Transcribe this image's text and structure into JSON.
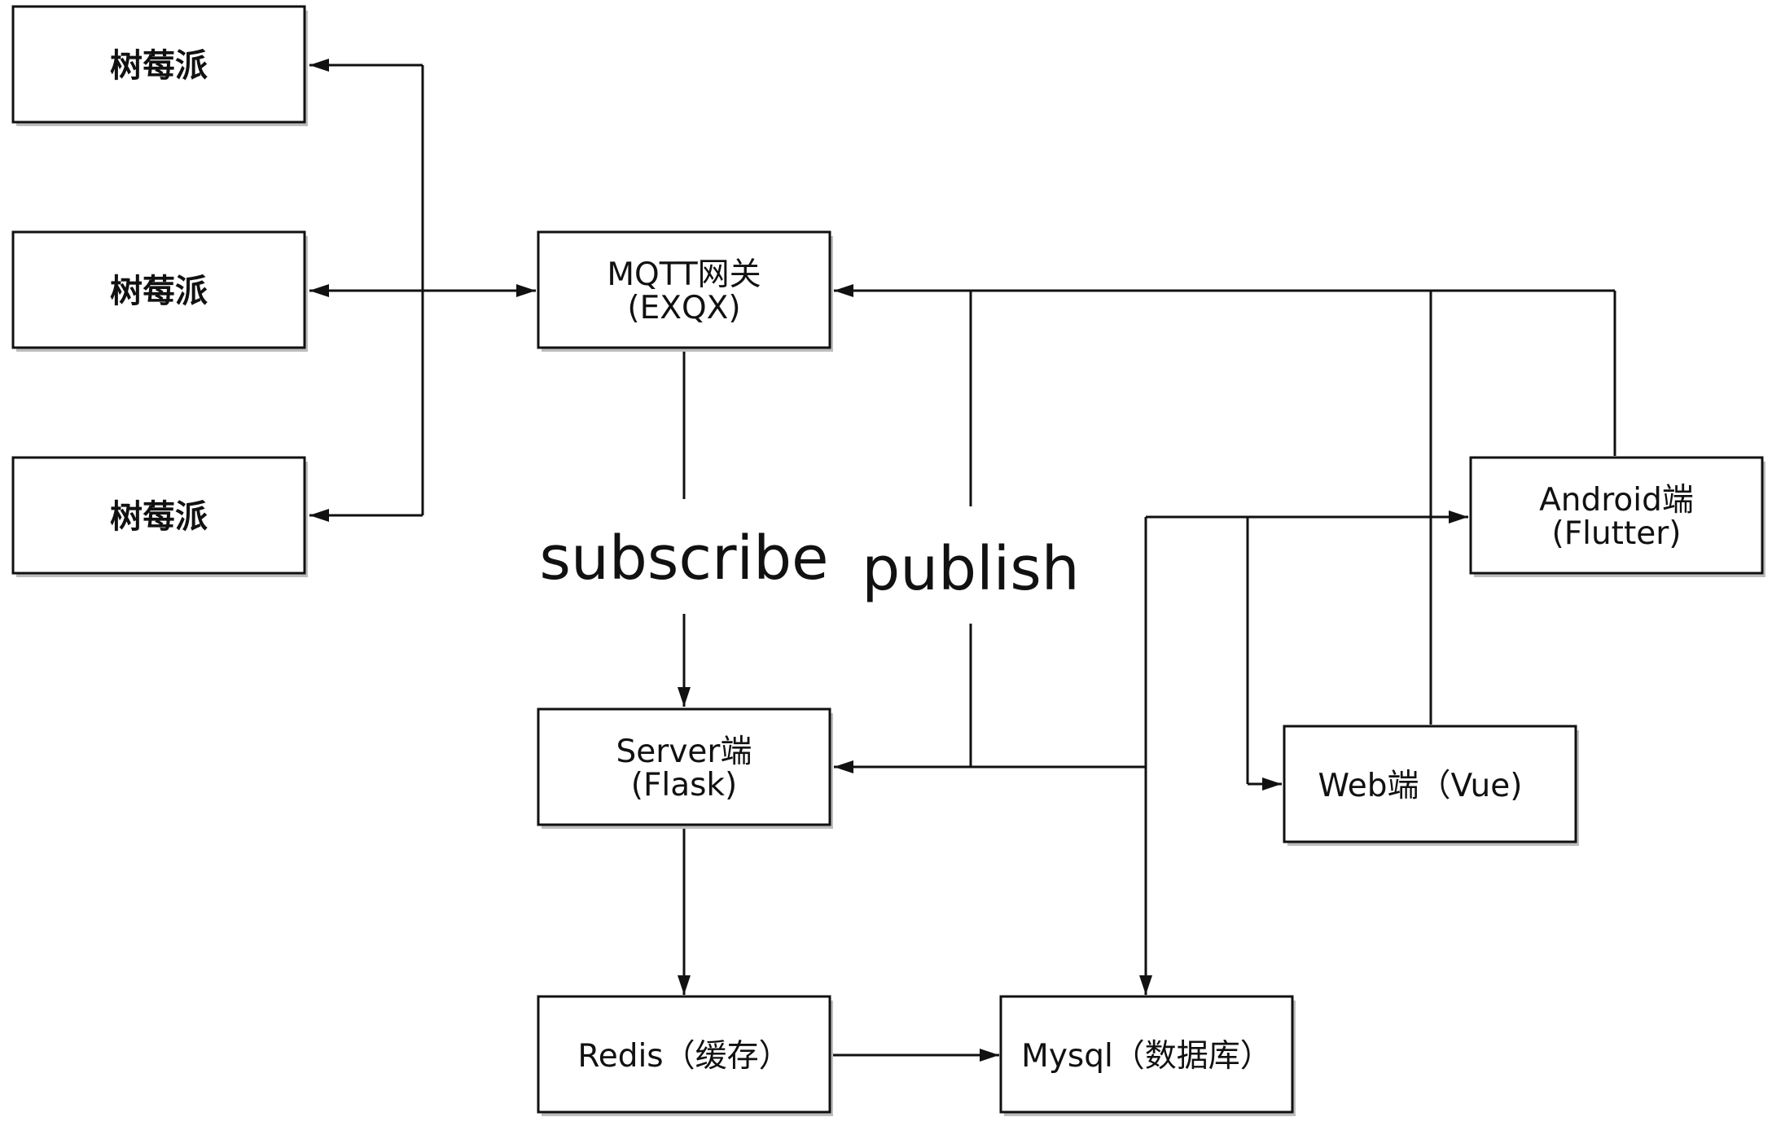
{
  "nodes": {
    "pi_top": "树莓派",
    "pi_middle": "树莓派",
    "pi_bottom": "树莓派",
    "mqtt": {
      "line1": "MQTT网关",
      "line2": "(EXQX)"
    },
    "server": {
      "line1": "Server端",
      "line2": "(Flask)"
    },
    "redis": "Redis（缓存）",
    "mysql": "Mysql（数据库）",
    "web": "Web端（Vue)",
    "android": {
      "line1": "Android端",
      "line2": "(Flutter)"
    }
  },
  "edge_labels": {
    "subscribe": "subscribe",
    "publish": "publish"
  }
}
